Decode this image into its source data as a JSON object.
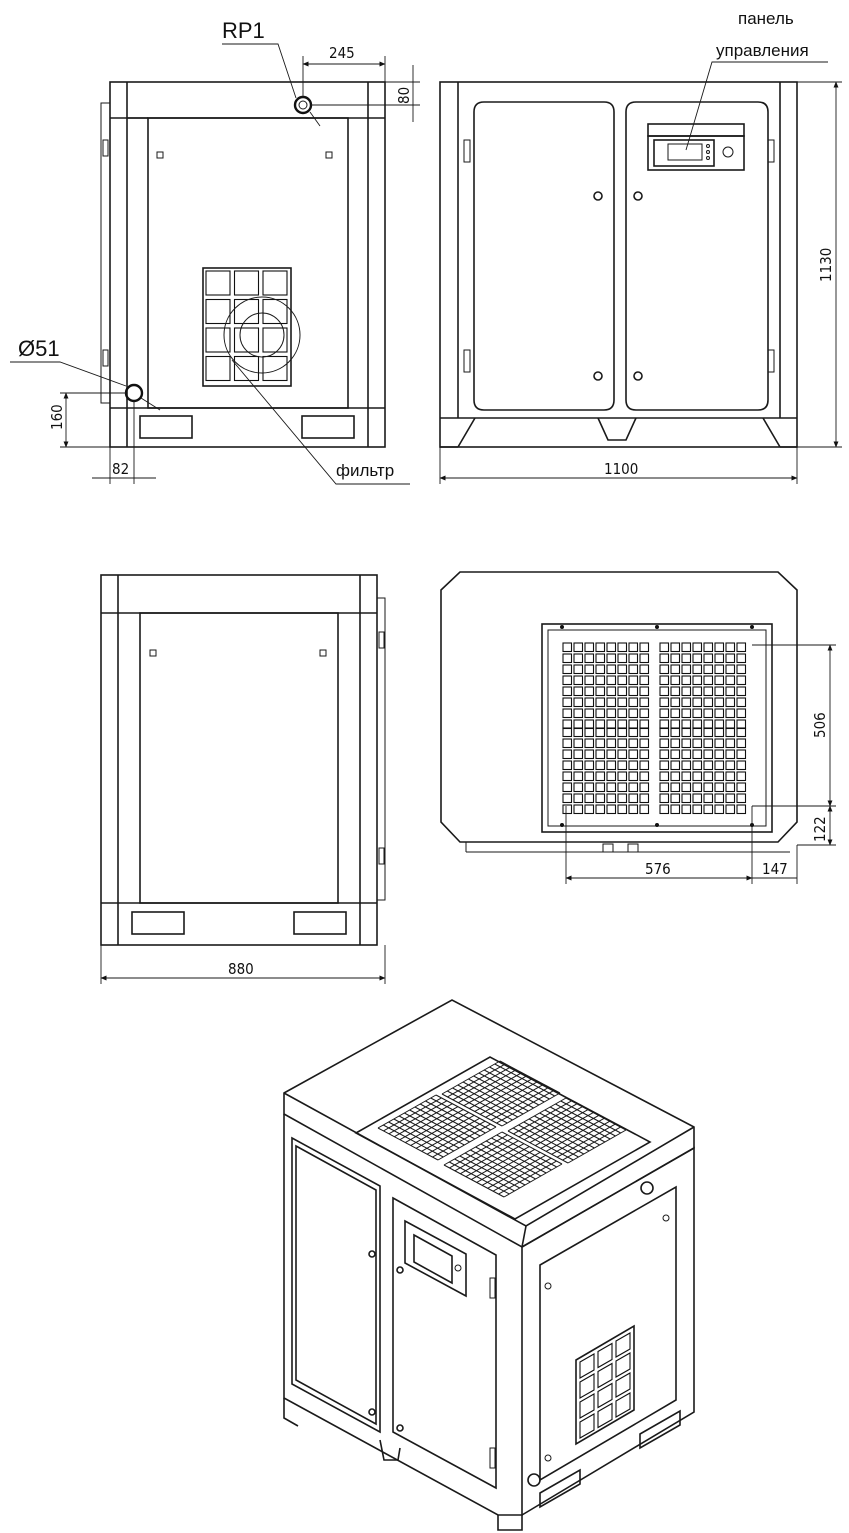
{
  "labels": {
    "rp1": "RP1",
    "phi51": "Ø51",
    "filter": "фильтр",
    "control_panel_line1": "панель",
    "control_panel_line2": "управления"
  },
  "dimensions": {
    "d245": "245",
    "d80": "80",
    "d160": "160",
    "d82": "82",
    "d1100": "1100",
    "d1130": "1130",
    "d880": "880",
    "d506": "506",
    "d122": "122",
    "d576": "576",
    "d147": "147"
  }
}
